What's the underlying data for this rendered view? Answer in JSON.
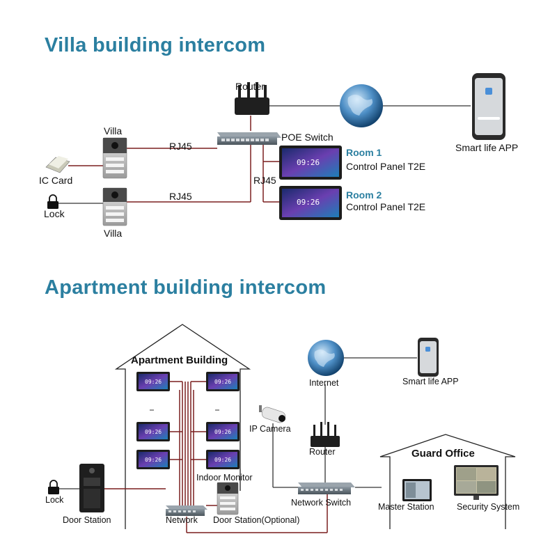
{
  "villa": {
    "title": "Villa building intercom",
    "router": "Router",
    "poe_switch": "POE Switch",
    "smart_app": "Smart life APP",
    "villa_top": "Villa",
    "villa_bottom": "Villa",
    "ic_card": "IC Card",
    "lock": "Lock",
    "rj45_a": "RJ45",
    "rj45_b": "RJ45",
    "rj45_c": "RJ45",
    "room1": "Room 1",
    "room2": "Room 2",
    "panel1": "Control Panel T2E",
    "panel2": "Control Panel T2E",
    "clock": "09:26"
  },
  "apartment": {
    "title": "Apartment building intercom",
    "building": "Apartment Building",
    "internet": "Internet",
    "smart_app": "Smart life APP",
    "ip_camera": "IP Camera",
    "router": "Router",
    "guard_office": "Guard Office",
    "indoor_monitor": "Indoor Monitor",
    "lock": "Lock",
    "door_station": "Door Station",
    "network": "Network",
    "door_station_optional": "Door Station(Optional)",
    "network_switch": "Network Switch",
    "master_station": "Master Station",
    "security_system": "Security System",
    "clock": "09:26"
  },
  "colors": {
    "title": "#2b7fa0",
    "wire": "#7a1f1f",
    "device": "#2a2a2a"
  }
}
